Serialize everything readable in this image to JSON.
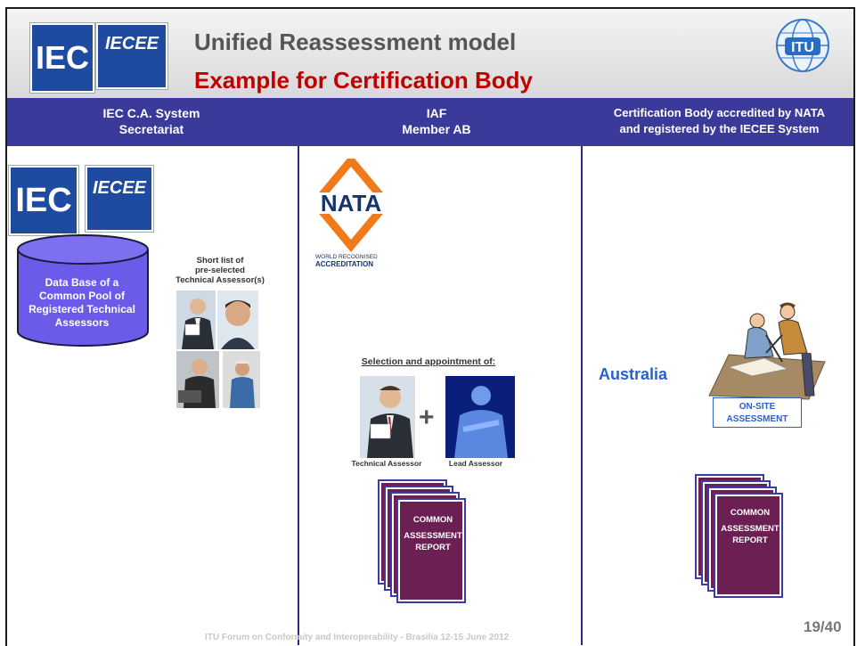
{
  "header": {
    "title": "Unified Reassessment model",
    "subtitle": "Example for Certification Body",
    "logo_iec": "IEC",
    "logo_iecee": "IECEE",
    "logo_itu": "ITU"
  },
  "columns": [
    {
      "line1": "IEC C.A. System",
      "line2": "Secretariat"
    },
    {
      "line1": "IAF",
      "line2": "Member AB"
    },
    {
      "line1": "Certification Body accredited by NATA",
      "line2": "and registered by the IECEE System"
    }
  ],
  "col1": {
    "logo_iec": "IEC",
    "logo_iecee": "IECEE",
    "database": [
      "Data Base of a",
      "Common Pool of",
      "Registered Technical",
      "Assessors"
    ],
    "shortlist": [
      "Short list of",
      "pre-selected",
      "Technical Assessor(s)"
    ]
  },
  "col2": {
    "nata": "NATA",
    "world_recognised": "WORLD RECOGNISED",
    "accreditation": "ACCREDITATION",
    "selection_label": "Selection and appointment of:",
    "plus": "+",
    "technical_assessor": "Technical Assessor",
    "lead_assessor": "Lead Assessor",
    "report": [
      "COMMON",
      "ASSESSMENT",
      "REPORT"
    ]
  },
  "col3": {
    "country": "Australia",
    "onsite": [
      "ON-SITE",
      "ASSESSMENT"
    ],
    "report": [
      "COMMON",
      "ASSESSMENT",
      "REPORT"
    ]
  },
  "footer": "ITU Forum on Conformity and Interoperability - Brasilia 12-15 June 2012",
  "page": "19/40",
  "colors": {
    "header_bar": "#3a3a9a",
    "title_red": "#c00000",
    "report": "#6b1f52",
    "nata_orange": "#f07a1a"
  }
}
